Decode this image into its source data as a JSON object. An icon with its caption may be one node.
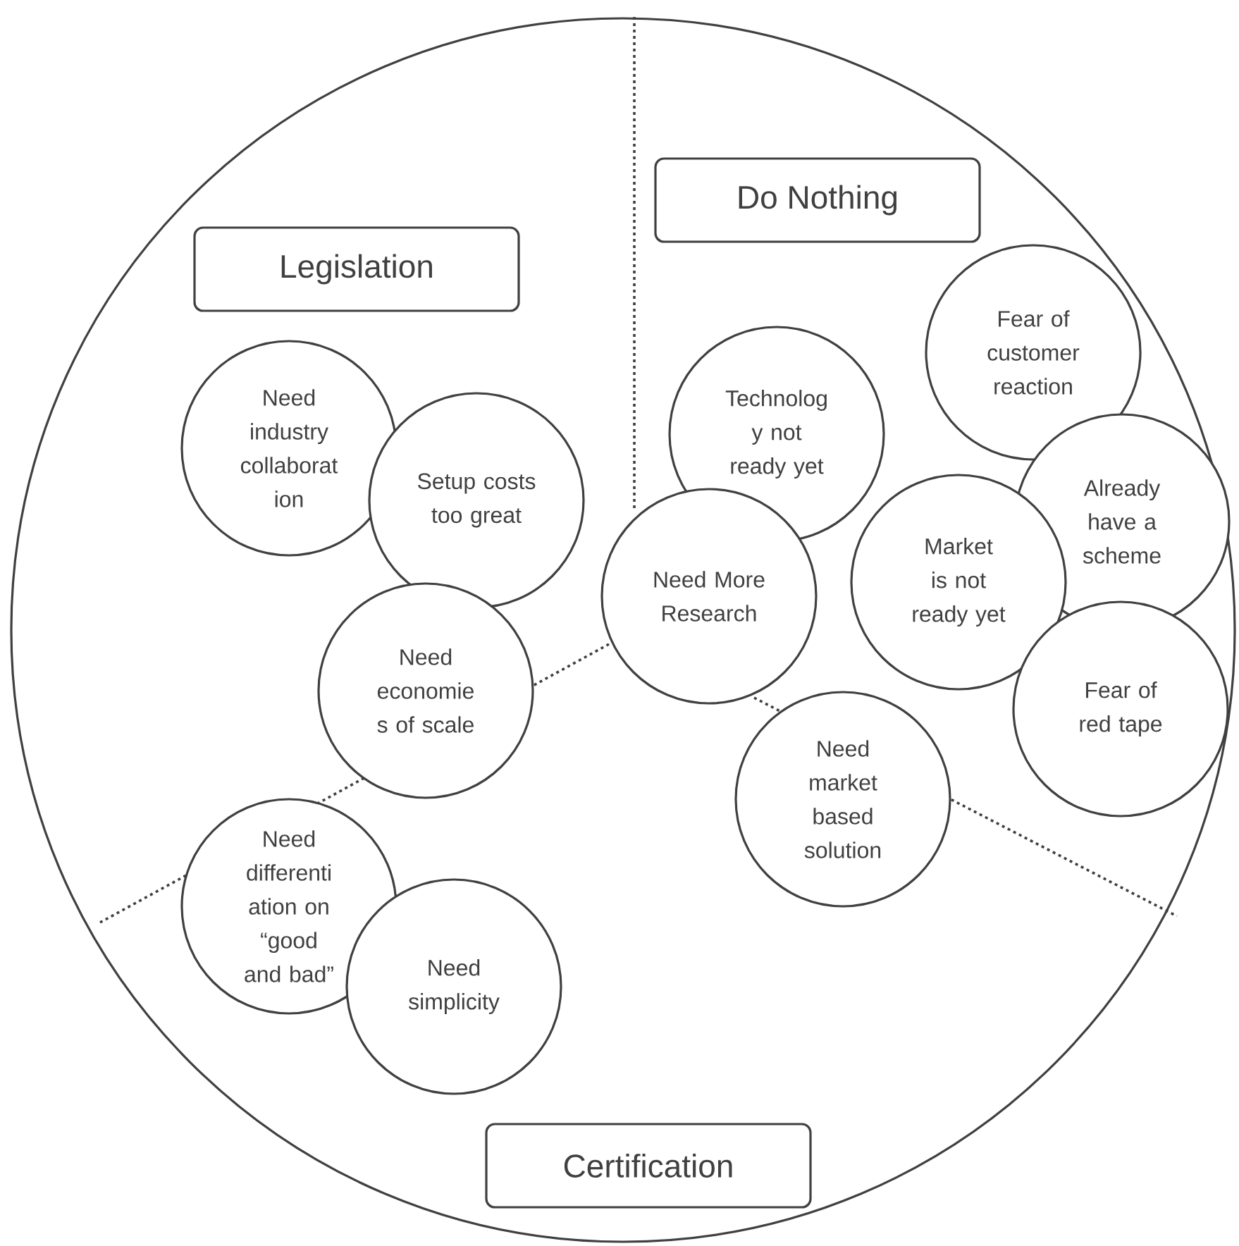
{
  "diagram": {
    "nodes": [
      {
        "text": [
          "Do Nothing"
        ]
      },
      {
        "text": [
          "Legislation"
        ]
      },
      {
        "text": [
          "Fear of customer reaction"
        ]
      },
      {
        "text": [
          "Technolog y not ready yet"
        ]
      },
      {
        "text": [
          "Need industry collaborat ion"
        ]
      },
      {
        "text": [
          "Setup costs too great"
        ]
      },
      {
        "text": [
          "Already have a scheme"
        ]
      },
      {
        "text": [
          "Market is not ready yet"
        ]
      },
      {
        "text": [
          "Need More Research"
        ]
      },
      {
        "text": [
          "Need economie s of scale"
        ]
      },
      {
        "text": [
          "Fear of red tape"
        ]
      },
      {
        "text": [
          "Need market based solution"
        ]
      },
      {
        "text": [
          "Need differenti ation on “good and bad”"
        ]
      },
      {
        "text": [
          "Need simplicity"
        ]
      },
      {
        "text": [
          "Certification"
        ]
      }
    ]
  }
}
